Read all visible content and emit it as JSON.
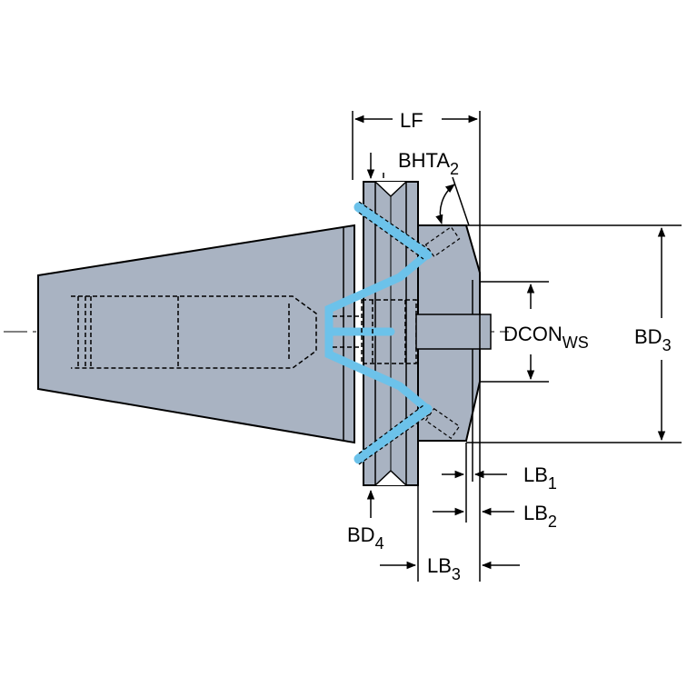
{
  "colors": {
    "body": "#a9b3c2",
    "outline": "#000000",
    "coolant": "#6cc2ea",
    "background": "#ffffff"
  },
  "labels": {
    "lf": "LF",
    "bhta": {
      "main": "BHTA",
      "sub": "2"
    },
    "dcon": {
      "main": "DCON",
      "sub": "WS"
    },
    "bd3": {
      "main": "BD",
      "sub": "3"
    },
    "bd4": {
      "main": "BD",
      "sub": "4"
    },
    "lb1": {
      "main": "LB",
      "sub": "1"
    },
    "lb2": {
      "main": "LB",
      "sub": "2"
    },
    "lb3": {
      "main": "LB",
      "sub": "3"
    }
  }
}
